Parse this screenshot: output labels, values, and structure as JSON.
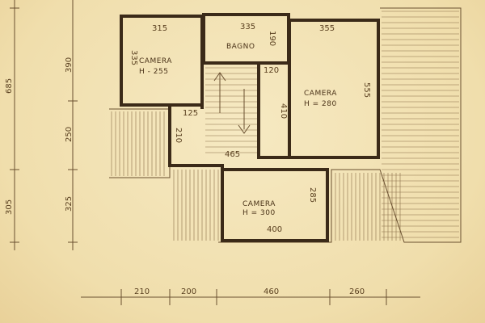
{
  "plan": {
    "rooms": [
      {
        "name": "CAMERA",
        "height": "H - 255"
      },
      {
        "name": "BAGNO"
      },
      {
        "name": "CAMERA",
        "height": "H = 280"
      },
      {
        "name": "CAMERA",
        "height": "H = 300"
      }
    ],
    "interior_dims": {
      "w315": "315",
      "w335": "335",
      "w355": "355",
      "h335": "335",
      "h190": "190",
      "h120": "120",
      "h555": "555",
      "h410": "410",
      "w125": "125",
      "h210": "210",
      "w465": "465",
      "h285": "285",
      "w400": "400"
    },
    "left_dims": {
      "d685": "685",
      "d390": "390",
      "d250": "250",
      "d305": "305",
      "d325": "325"
    },
    "bottom_dims": {
      "d210": "210",
      "d200": "200",
      "d460": "460",
      "d260": "260"
    }
  },
  "colors": {
    "paper": "#f1e2b6",
    "ink": "#3b2a18",
    "pencil": "#6a5030"
  }
}
